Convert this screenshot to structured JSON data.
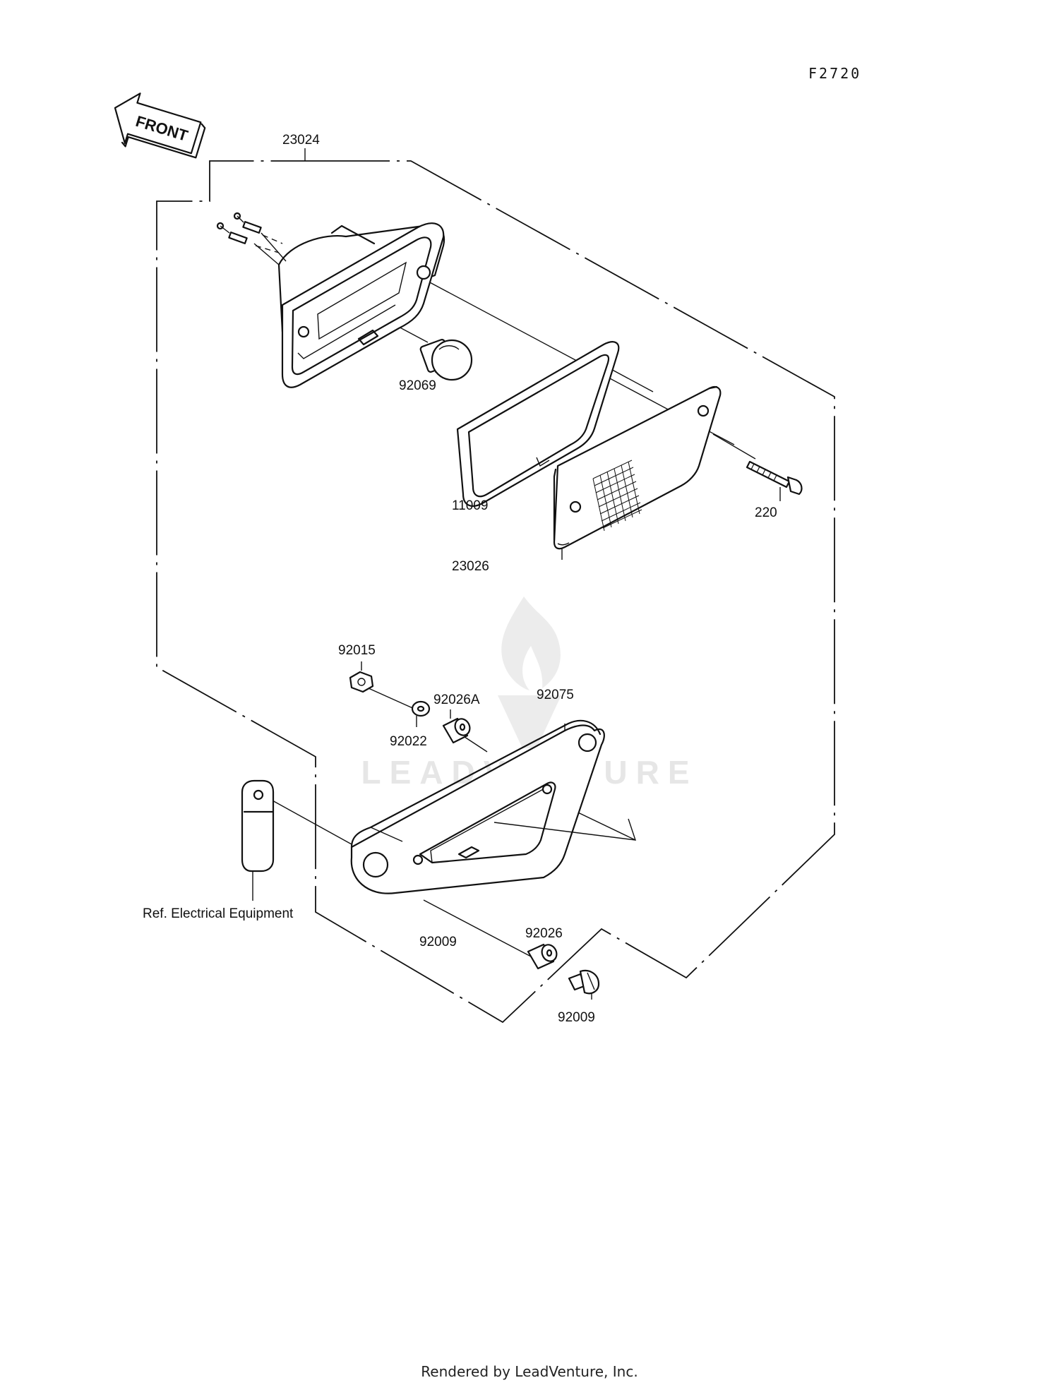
{
  "figure_code": "F2720",
  "direction_marker": "FRONT",
  "parts": {
    "lamp_assembly": "23024",
    "bulb": "92069",
    "gasket": "11009",
    "lens": "23026",
    "screw": "220",
    "nut": "92015",
    "washer": "92022",
    "collar_a": "92026A",
    "bracket": "92075",
    "collar": "92026",
    "bolt_inner": "92009",
    "bolt": "92009"
  },
  "reference_note": "Ref. Electrical Equipment",
  "watermark": "LEADVENTURE",
  "footer": "Rendered by LeadVenture, Inc."
}
